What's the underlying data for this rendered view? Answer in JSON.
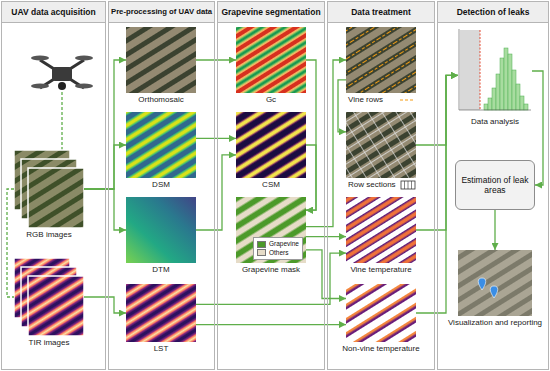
{
  "diagram": {
    "nodes": [
      {
        "text": [
          "UAV data acquisition"
        ]
      },
      {
        "text": [
          "RGB images"
        ],
        "in": 0
      },
      {
        "text": [
          "TIR images"
        ],
        "in": 0
      },
      {
        "text": [
          "Pre-processing of UAV data"
        ]
      },
      {
        "text": [
          "Orthomosaic"
        ],
        "in": 3
      },
      {
        "text": [
          "DSM"
        ],
        "in": 3
      },
      {
        "text": [
          "DTM"
        ],
        "in": 3
      },
      {
        "text": [
          "LST"
        ],
        "in": 3
      },
      {
        "text": [
          "Grapevine segmentation"
        ]
      },
      {
        "text": [
          "Gc"
        ],
        "in": 8
      },
      {
        "text": [
          "CSM"
        ],
        "in": 8
      },
      {
        "text": [
          "Grapevine mask"
        ],
        "in": 8
      },
      {
        "text": [
          "Data treatment"
        ]
      },
      {
        "text": [
          "Vine rows"
        ],
        "in": 12
      },
      {
        "text": [
          "Row sections"
        ],
        "in": 12
      },
      {
        "text": [
          "Vine temperature"
        ],
        "in": 12
      },
      {
        "text": [
          "Non-vine temperature"
        ],
        "in": 12
      },
      {
        "text": [
          "Detection of leaks"
        ]
      },
      {
        "text": [
          "Data analysis"
        ],
        "in": 17
      },
      {
        "text": [
          "Estimation of leak areas"
        ],
        "in": 17
      },
      {
        "text": [
          "Visualization and reporting"
        ],
        "in": 17
      }
    ],
    "edges": [
      {
        "from": 1,
        "to": 2,
        "arrow": "none"
      },
      {
        "from": 1,
        "to": 4,
        "arrow": "to"
      },
      {
        "from": 1,
        "to": 5,
        "arrow": "to"
      },
      {
        "from": 1,
        "to": 6,
        "arrow": "to"
      },
      {
        "from": 2,
        "to": 7,
        "arrow": "to"
      },
      {
        "from": 4,
        "to": 9,
        "arrow": "to"
      },
      {
        "from": 5,
        "to": 10,
        "arrow": "to"
      },
      {
        "from": 6,
        "to": 10,
        "arrow": "to"
      },
      {
        "from": 9,
        "to": 11,
        "arrow": "to"
      },
      {
        "from": 10,
        "to": 11,
        "arrow": "to"
      },
      {
        "from": 11,
        "to": 13,
        "arrow": "to"
      },
      {
        "from": 13,
        "to": 14,
        "arrow": "to"
      },
      {
        "from": 11,
        "to": 15,
        "arrow": "to"
      },
      {
        "from": 11,
        "to": 16,
        "arrow": "to"
      },
      {
        "from": 7,
        "to": 15,
        "arrow": "to"
      },
      {
        "from": 7,
        "to": 16,
        "arrow": "to"
      },
      {
        "from": 14,
        "to": 18,
        "arrow": "to"
      },
      {
        "from": 15,
        "to": 18,
        "arrow": "to"
      },
      {
        "from": 16,
        "to": 18,
        "arrow": "to"
      },
      {
        "from": 18,
        "to": 19,
        "arrow": "to"
      },
      {
        "from": 19,
        "to": 20,
        "arrow": "to"
      }
    ],
    "legend": [
      {
        "text": "Grapevine",
        "color": "#4c9a2a"
      },
      {
        "text": "Others",
        "color": "#e6dcc8"
      }
    ]
  }
}
